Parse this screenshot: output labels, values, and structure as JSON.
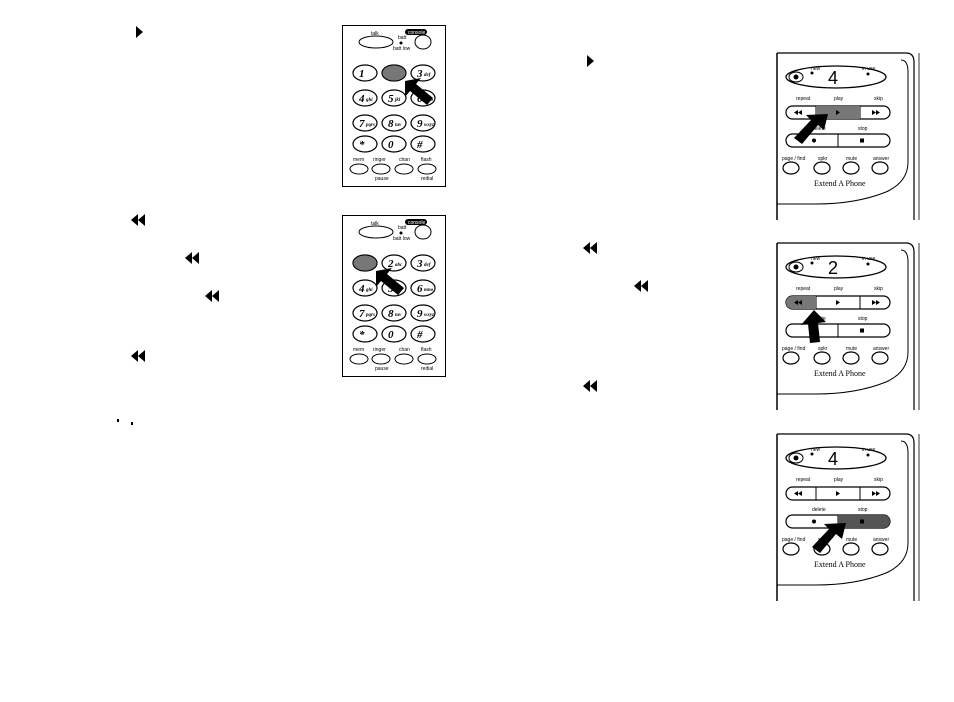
{
  "icons": {
    "play": "play-icon",
    "rewind": "rewind-icon",
    "arrow": "pointing-arrow-icon"
  },
  "handset": {
    "top_labels": {
      "talk": "talk",
      "console": "console",
      "batt": "batt",
      "batt_low": "batt low"
    },
    "keys": [
      {
        "digit": "1",
        "letters": ""
      },
      {
        "digit": "2",
        "letters": "abc"
      },
      {
        "digit": "3",
        "letters": "def"
      },
      {
        "digit": "4",
        "letters": "ghi"
      },
      {
        "digit": "5",
        "letters": "jkl"
      },
      {
        "digit": "6",
        "letters": "mno"
      },
      {
        "digit": "7",
        "letters": "pqrs"
      },
      {
        "digit": "8",
        "letters": "tuv"
      },
      {
        "digit": "9",
        "letters": "wxyz"
      },
      {
        "digit": "*",
        "letters": ""
      },
      {
        "digit": "0",
        "letters": ""
      },
      {
        "digit": "#",
        "letters": ""
      }
    ],
    "bottom_labels": {
      "mem": "mem",
      "ringer": "ringer",
      "chan": "chan",
      "flash": "flash",
      "pause": "pause",
      "redial": "redial"
    }
  },
  "base": {
    "labels": {
      "new": "new",
      "in_use": "in use",
      "repeat": "repeat",
      "play": "play",
      "skip": "skip",
      "delete": "delete",
      "stop": "stop",
      "page_find": "page / find",
      "spkr": "spkr",
      "mute": "mute",
      "answer": "answer"
    },
    "brand": "Extend A Phone",
    "counters": [
      "4",
      "2",
      "4"
    ]
  }
}
